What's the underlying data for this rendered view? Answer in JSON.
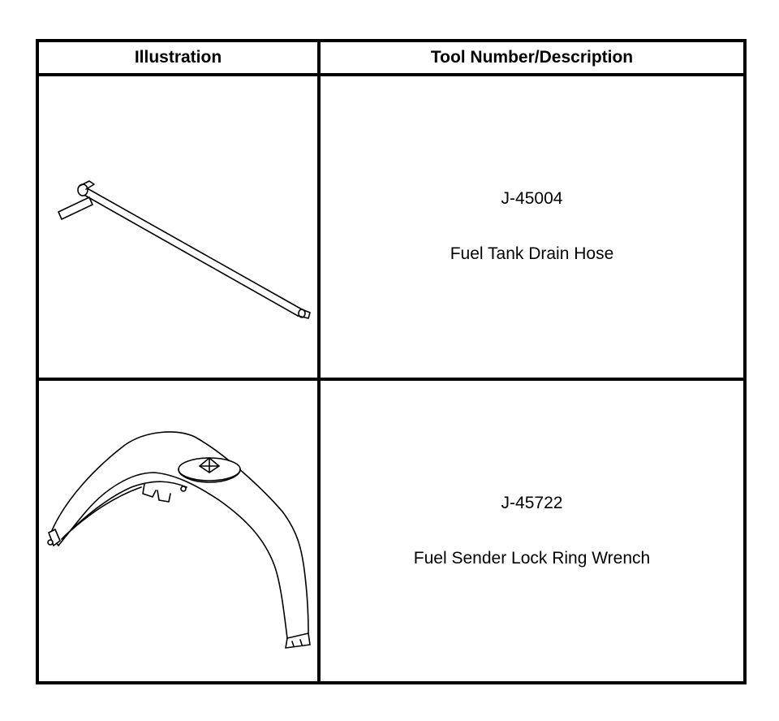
{
  "table": {
    "headers": {
      "illustration": "Illustration",
      "tool": "Tool Number/Description"
    },
    "rows": [
      {
        "tool_number": "J-45004",
        "description": "Fuel Tank Drain Hose",
        "illustration_icon": "drain-hose-icon"
      },
      {
        "tool_number": "J-45722",
        "description": "Fuel Sender Lock Ring Wrench",
        "illustration_icon": "lock-ring-wrench-icon"
      }
    ]
  }
}
